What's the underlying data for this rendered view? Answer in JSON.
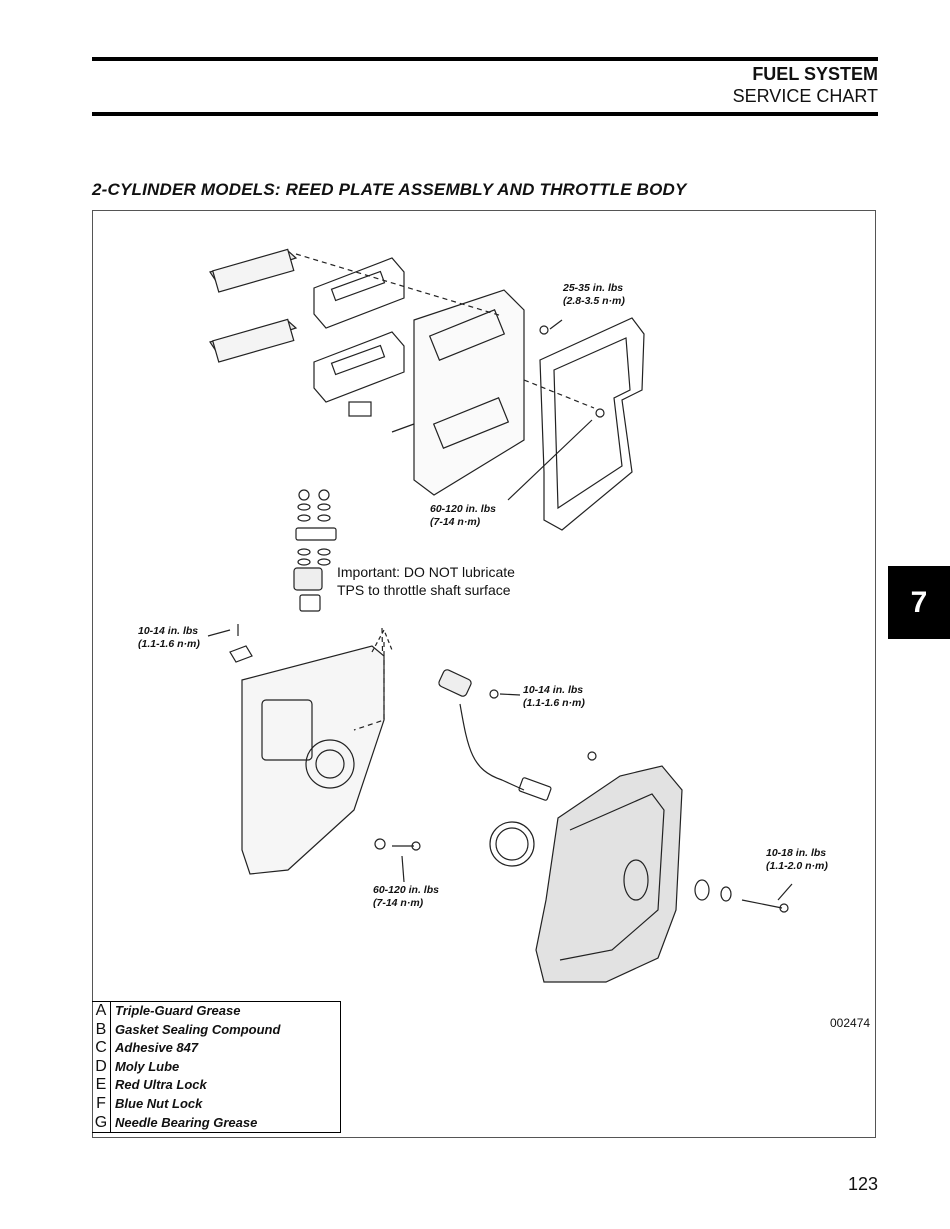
{
  "header": {
    "title": "FUEL SYSTEM",
    "subtitle": "SERVICE CHART"
  },
  "section_title": "2-CYLINDER MODELS: REED PLATE ASSEMBLY AND THROTTLE BODY",
  "torque_labels": [
    "25-35 in. lbs\n(2.8-3.5 n·m)",
    "60-120 in. lbs\n(7-14 n·m)",
    "10-14 in. lbs\n(1.1-1.6 n·m)",
    "10-14 in. lbs\n(1.1-1.6 n·m)",
    "10-18 in. lbs\n(1.1-2.0 n·m)",
    "60-120 in. lbs\n(7-14 n·m)"
  ],
  "important_note": "Important: DO NOT lubricate\nTPS to throttle shaft surface",
  "figure_number": "002474",
  "legend": [
    {
      "key": "A",
      "label": "Triple-Guard Grease"
    },
    {
      "key": "B",
      "label": "Gasket Sealing Compound"
    },
    {
      "key": "C",
      "label": "Adhesive 847"
    },
    {
      "key": "D",
      "label": "Moly Lube"
    },
    {
      "key": "E",
      "label": "Red Ultra Lock"
    },
    {
      "key": "F",
      "label": "Blue Nut Lock"
    },
    {
      "key": "G",
      "label": "Needle Bearing Grease"
    }
  ],
  "chapter_tab": "7",
  "page_number": "123"
}
